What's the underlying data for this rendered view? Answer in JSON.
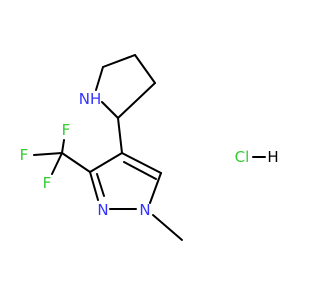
{
  "molecule": {
    "atoms": {
      "nh": {
        "symbol": "N",
        "h": "H",
        "color": "#3333ff"
      },
      "f1": {
        "symbol": "F",
        "color": "#33cc33"
      },
      "f2": {
        "symbol": "F",
        "color": "#33cc33"
      },
      "f3": {
        "symbol": "F",
        "color": "#33cc33"
      },
      "n_ring": {
        "symbol": "N",
        "color": "#3333ff"
      },
      "n_methyl": {
        "symbol": "N",
        "color": "#3333ff"
      }
    },
    "salt": {
      "cl": {
        "symbol": "Cl",
        "color": "#33cc33"
      },
      "h": {
        "symbol": "H",
        "color": "#000000"
      }
    },
    "bond_color": "#000000"
  }
}
